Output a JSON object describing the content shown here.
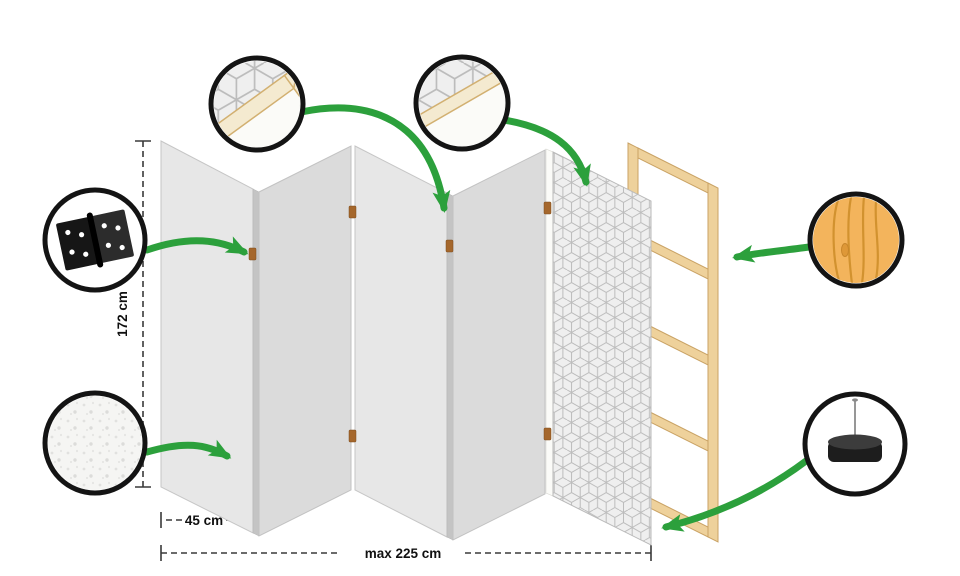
{
  "dimensions": {
    "height": "172 cm",
    "panel_width": "45 cm",
    "total_width": "max 225 cm"
  },
  "callouts": {
    "hinge": {
      "icon": "hinge-icon"
    },
    "fleece": {
      "icon": "fleece-texture-icon"
    },
    "frame_corner": {
      "icon": "frame-corner-icon"
    },
    "panel_edge": {
      "icon": "panel-edge-icon"
    },
    "wood": {
      "icon": "wood-texture-icon"
    },
    "foot": {
      "icon": "foot-pad-icon"
    }
  },
  "colors": {
    "arrow-green": "#2ca03c",
    "panel-light": "#e7e7e7",
    "panel-dark": "#dbdbdb",
    "pattern-bg": "#efefef",
    "pattern-line": "#bcbcbc",
    "wood-fill": "#eed19b",
    "wood-stroke": "#c9a264",
    "wood-sample": "#f3b45c",
    "ink": "#141414"
  }
}
